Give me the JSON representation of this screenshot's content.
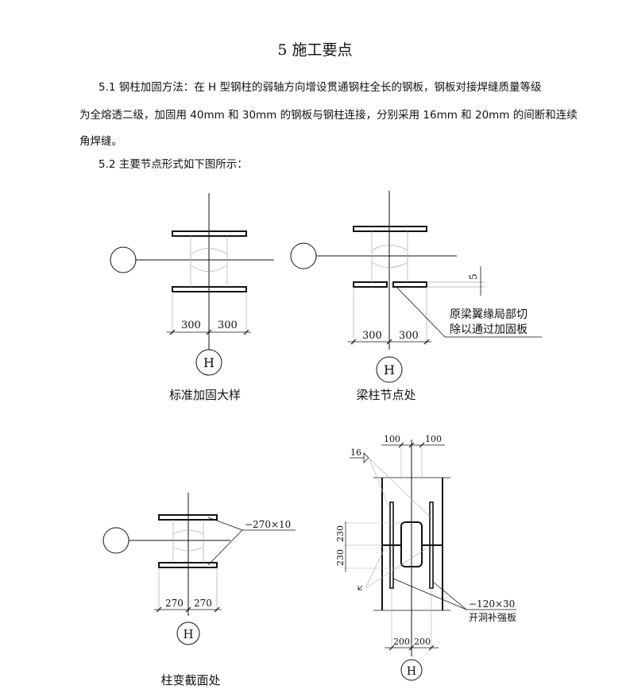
{
  "heading": "5  施工要点",
  "paragraphs": {
    "p1_line1": "5.1 钢柱加固方法：在 H 型钢柱的弱轴方向增设贯通钢柱全长的钢板，钢板对接焊缝质量等级",
    "p1_line2": "为全熔透二级，加固用 40mm 和 30mm 的钢板与钢柱连接，分别采用 16mm 和 20mm 的间断和连续",
    "p1_line3": "角焊缝。",
    "p2": "5.2 主要节点形式如下图所示："
  },
  "figures": {
    "fig1": {
      "caption": "标准加固大样",
      "dim_left": "300",
      "dim_right": "300",
      "axis": "H"
    },
    "fig2": {
      "caption": "梁柱节点处",
      "dim_left": "300",
      "dim_right": "300",
      "axis": "H",
      "gap": "5",
      "note_line1": "原梁翼缘局部切",
      "note_line2": "除以通过加固板"
    },
    "fig3": {
      "caption": "柱变截面处",
      "dim_left": "270",
      "dim_right": "270",
      "axis": "H",
      "plate": "−270×10"
    },
    "fig4": {
      "dim_top_left": "100",
      "dim_top_right": "100",
      "dim_bottom_left": "200",
      "dim_bottom_right": "200",
      "dim_v1": "230",
      "dim_v2": "230",
      "weld": "16",
      "axis": "H",
      "plate": "−120×30",
      "plate_note": "开洞补强板"
    }
  }
}
